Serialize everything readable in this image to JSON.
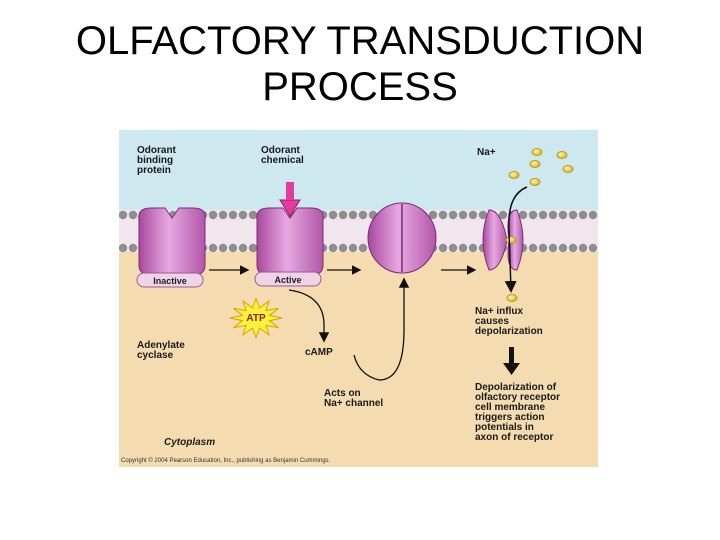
{
  "slide": {
    "title_line1": "OLFACTORY TRANSDUCTION",
    "title_line2": "PROCESS"
  },
  "figure": {
    "labels": {
      "odorant_binding_protein": [
        "Odorant",
        "binding",
        "protein"
      ],
      "odorant_chemical": [
        "Odorant",
        "chemical"
      ],
      "na_ion": "Na+",
      "inactive": "Inactive",
      "active": "Active",
      "atp": "ATP",
      "adenylate_cyclase": [
        "Adenylate",
        "cyclase"
      ],
      "camp": "cAMP",
      "acts_on": [
        "Acts on",
        "Na+ channel"
      ],
      "na_influx": [
        "Na+ influx",
        "causes",
        "depolarization"
      ],
      "depolarization": [
        "Depolarization of",
        "olfactory receptor",
        "cell membrane",
        "triggers action",
        "potentials in",
        "axon of receptor"
      ],
      "cytoplasm": "Cytoplasm",
      "copyright": "Copyright © 2004 Pearson Education, Inc., publishing as Benjamin Cummings."
    },
    "colors": {
      "extracellular": "#cde8ef",
      "cytoplasm": "#f4dcb0",
      "protein": "#c25fbd",
      "ion": "#e9c93c",
      "atp_star": "#fff23a"
    }
  }
}
